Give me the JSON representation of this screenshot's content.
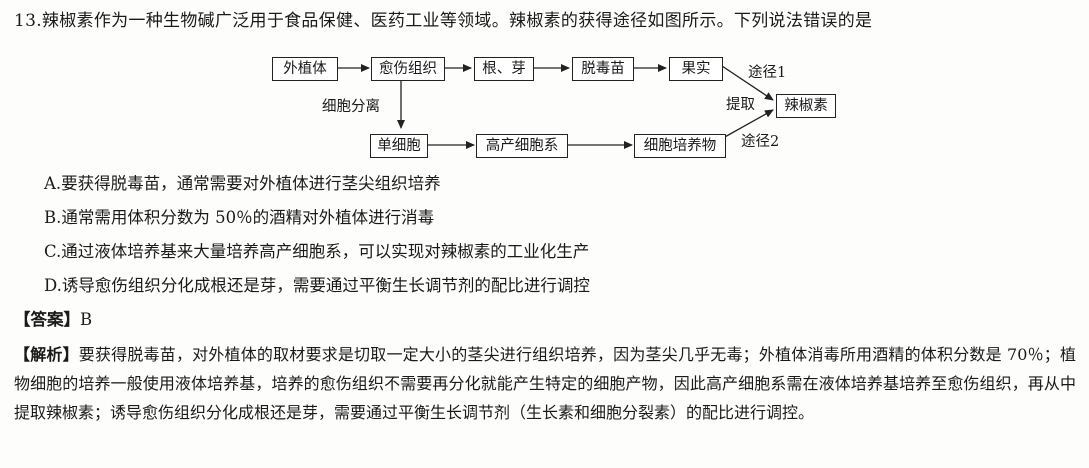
{
  "question": {
    "text": "13.辣椒素作为一种生物碱广泛用于食品保健、医药工业等领域。辣椒素的获得途径如图所示。下列说法错误的是"
  },
  "diagram": {
    "nodes": {
      "explant": "外植体",
      "callus": "愈伤组织",
      "root_bud": "根、芽",
      "virus_free": "脱毒苗",
      "fruit": "果实",
      "capsaicin": "辣椒素",
      "single_cell": "单细胞",
      "high_yield": "高产细胞系",
      "cell_culture": "细胞培养物"
    },
    "labels": {
      "separation": "细胞分离",
      "route1": "途径1",
      "route2": "途径2",
      "extract": "提取"
    }
  },
  "options": [
    "A.要获得脱毒苗，通常需要对外植体进行茎尖组织培养",
    "B.通常需用体积分数为 50％的酒精对外植体进行消毒",
    "C.通过液体培养基来大量培养高产细胞系，可以实现对辣椒素的工业化生产",
    "D.诱导愈伤组织分化成根还是芽，需要通过平衡生长调节剂的配比进行调控"
  ],
  "answer": {
    "tag": "【答案】",
    "value": "B"
  },
  "analysis": {
    "tag": "【解析】",
    "text": "要获得脱毒苗，对外植体的取材要求是切取一定大小的茎尖进行组织培养，因为茎尖几乎无毒；外植体消毒所用酒精的体积分数是 70％；植物细胞的培养一般使用液体培养基，培养的愈伤组织不需要再分化就能产生特定的细胞产物，因此高产细胞系需在液体培养基培养至愈伤组织，再从中提取辣椒素；诱导愈伤组织分化成根还是芽，需要通过平衡生长调节剂（生长素和细胞分裂素）的配比进行调控。"
  }
}
